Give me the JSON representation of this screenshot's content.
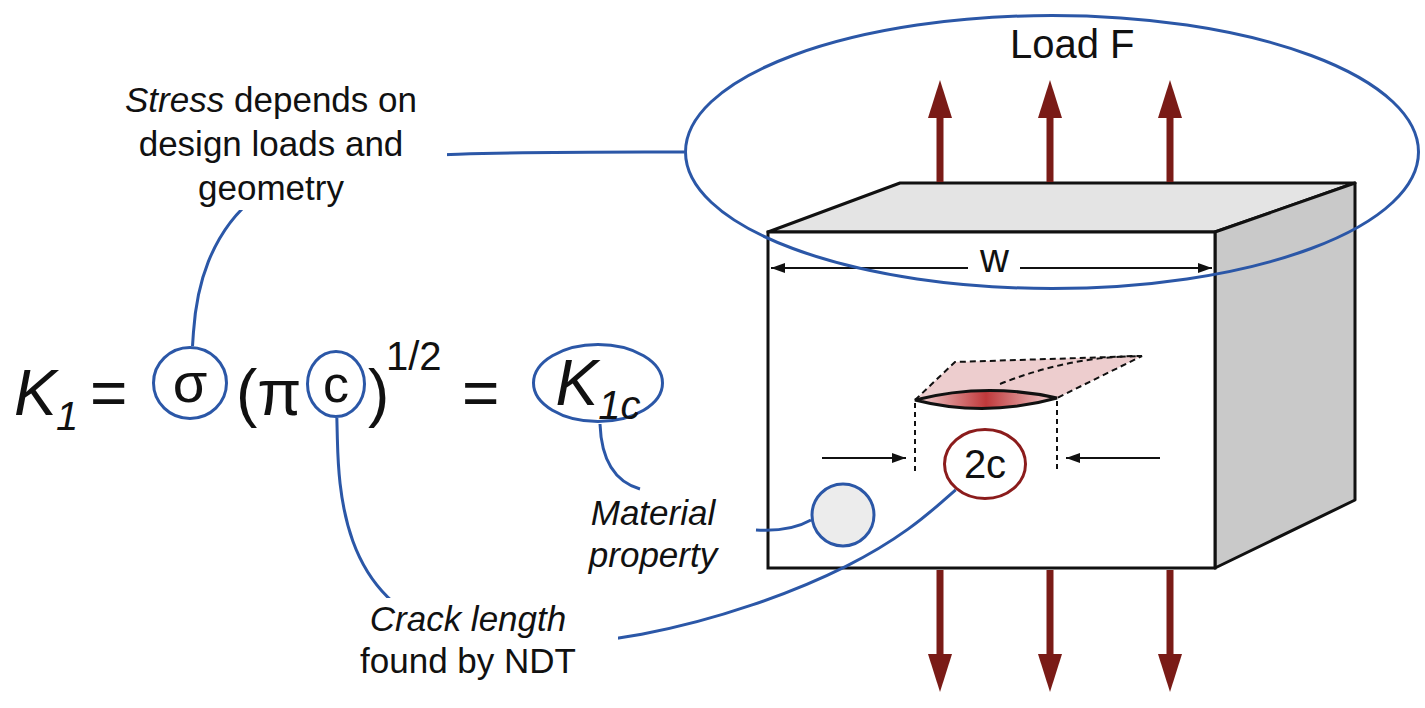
{
  "diagram": {
    "nodes": [
      {
        "text": [
          "Load F",
          "w"
        ]
      },
      {
        "text": [
          "σ"
        ]
      },
      {
        "text": [
          "c"
        ]
      },
      {
        "text": [
          "K",
          "1c"
        ]
      },
      {
        "text": [
          "2c"
        ]
      }
    ],
    "edges": [
      {
        "from": 1,
        "to": 0,
        "arrow": "none"
      },
      {
        "from": 2,
        "to": 4,
        "arrow": "none"
      }
    ],
    "labels": [
      "Stress",
      "depends on design loads and geometry",
      "K",
      "1",
      "=",
      "(π",
      ")",
      "1/2",
      "=",
      "Material property",
      "Crack length",
      "found by NDT"
    ]
  }
}
